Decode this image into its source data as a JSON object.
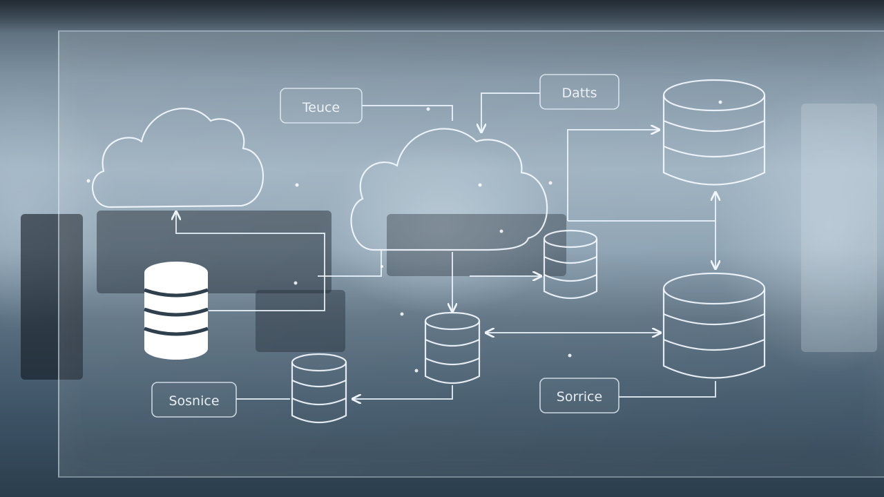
{
  "scene": {
    "description_free": true,
    "colors": {
      "background_top": "#4b5b68",
      "background_mid": "#9cb0bf",
      "background_bottom": "#2a3d4d",
      "line": "#f5faff",
      "solid_db": "#ffffff"
    }
  },
  "labels": {
    "top_left_box": "Teuce",
    "top_right_box": "Datts",
    "bottom_left_box": "Sosnice",
    "bottom_right_box": "Sorrice"
  },
  "icons": [
    "cloud-icon",
    "database-icon",
    "arrow-icon"
  ]
}
